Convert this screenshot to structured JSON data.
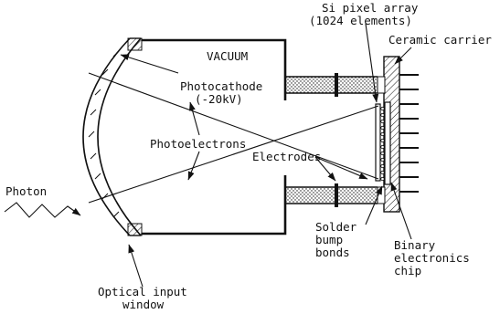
{
  "labels": {
    "vacuum": "VACUUM",
    "photocathode_1": "Photocathode",
    "photocathode_2": "(-20kV)",
    "photoelectrons": "Photoelectrons",
    "photon": "Photon",
    "optical_window_1": "Optical input",
    "optical_window_2": "window",
    "si_array_1": "Si pixel array",
    "si_array_2": "(1024 elements)",
    "ceramic_carrier": "Ceramic carrier",
    "electrodes": "Electrodes",
    "solder_1": "Solder",
    "solder_2": "bump",
    "solder_3": "bonds",
    "binary_1": "Binary",
    "binary_2": "electronics",
    "binary_3": "chip"
  },
  "colors": {
    "line": "#111111",
    "background": "#ffffff"
  }
}
